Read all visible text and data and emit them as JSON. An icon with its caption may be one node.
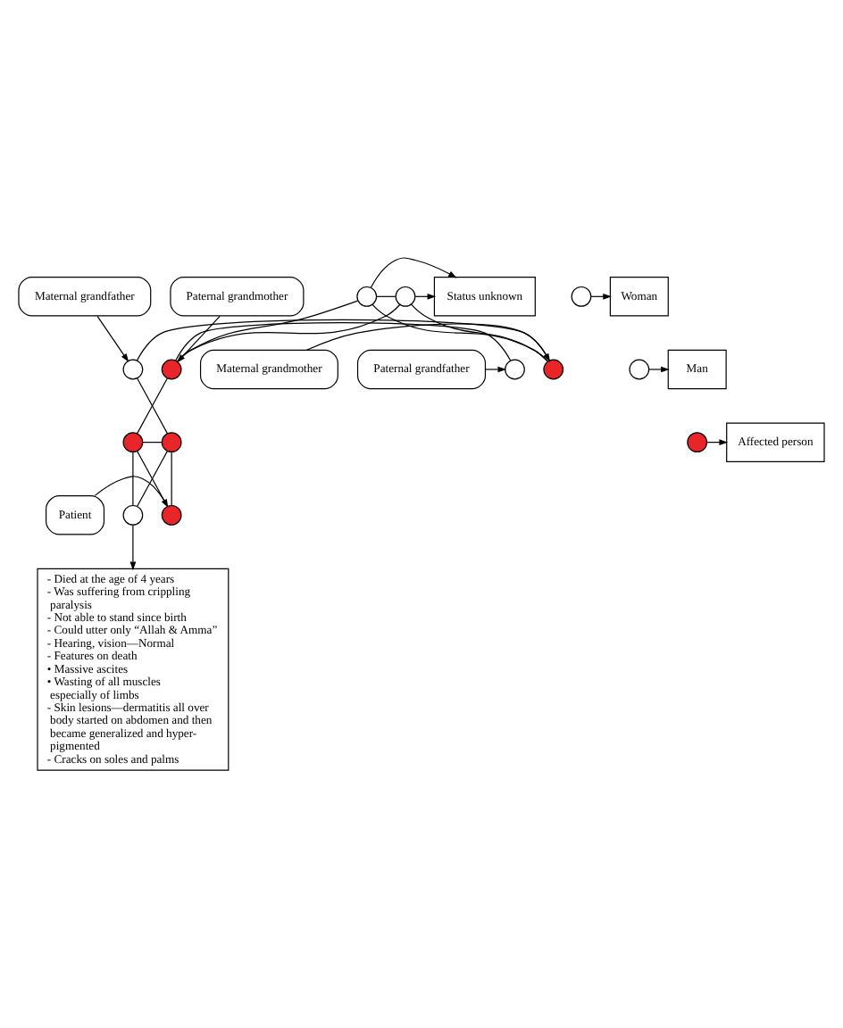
{
  "diagram": {
    "nodes": [
      {
        "text": [
          "Status unknown"
        ]
      },
      {
        "text": [],
        "shape": "circle"
      },
      {
        "text": [],
        "shape": "circle"
      },
      {
        "text": [
          "Paternal grandfather"
        ]
      },
      {
        "text": [],
        "shape": "circle"
      },
      {
        "text": [],
        "shape": "circle"
      },
      {
        "text": [],
        "shape": "circle"
      },
      {
        "text": [],
        "shape": "circle"
      },
      {
        "text": [
          "Maternal grandmother"
        ]
      },
      {
        "text": [
          "Paternal grandmother"
        ]
      },
      {
        "text": [
          "Maternal grandfather"
        ]
      },
      {
        "text": [],
        "shape": "circle"
      },
      {
        "text": [],
        "shape": "circle"
      },
      {
        "text": [
          "Patient"
        ]
      },
      {
        "text": [],
        "shape": "circle"
      },
      {
        "text": [],
        "shape": "circle"
      },
      {
        "text": [
          "- Died at the age of 4 years",
          "- Was suffering from crippling paralysis",
          "- Not able to stand since birth",
          "- Could utter only “Allah & Amma”",
          "- Hearing, vision—Normal",
          "- Features on death",
          "• Massive ascites",
          "• Wasting of all muscles especially of limbs",
          "- Skin lesions—dermatitis all over body started on abdomen and then became generalized and hyper-pigmented",
          "- Cracks on soles and palms"
        ]
      },
      {
        "text": [],
        "shape": "circle"
      },
      {
        "text": [
          "Woman"
        ]
      },
      {
        "text": [],
        "shape": "circle"
      },
      {
        "text": [
          "Man"
        ]
      },
      {
        "text": [],
        "shape": "circle"
      },
      {
        "text": [
          "Affected person"
        ]
      }
    ],
    "edges": [
      {
        "from": 1,
        "to": 2,
        "arrow": "none"
      },
      {
        "from": 1,
        "to": 0,
        "arrow": "to"
      },
      {
        "from": 2,
        "to": 0,
        "arrow": "to"
      },
      {
        "from": 1,
        "to": 5,
        "arrow": "none"
      },
      {
        "from": 1,
        "to": 7,
        "arrow": "none"
      },
      {
        "from": 2,
        "to": 5,
        "arrow": "none"
      },
      {
        "from": 2,
        "to": 7,
        "arrow": "none"
      },
      {
        "from": 3,
        "to": 4,
        "arrow": "to"
      },
      {
        "from": 4,
        "to": 5,
        "arrow": "none"
      },
      {
        "from": 9,
        "to": 5,
        "arrow": "to"
      },
      {
        "from": 6,
        "to": 7,
        "arrow": "none"
      },
      {
        "from": 8,
        "to": 7,
        "arrow": "to"
      },
      {
        "from": 10,
        "to": 6,
        "arrow": "to"
      },
      {
        "from": 5,
        "to": 11,
        "arrow": "none"
      },
      {
        "from": 6,
        "to": 12,
        "arrow": "none"
      },
      {
        "from": 11,
        "to": 12,
        "arrow": "none"
      },
      {
        "from": 11,
        "to": 14,
        "arrow": "none"
      },
      {
        "from": 11,
        "to": 15,
        "arrow": "none"
      },
      {
        "from": 12,
        "to": 14,
        "arrow": "none"
      },
      {
        "from": 12,
        "to": 15,
        "arrow": "none"
      },
      {
        "from": 13,
        "to": 14,
        "arrow": "to"
      },
      {
        "from": 15,
        "to": 16,
        "arrow": "to"
      },
      {
        "from": 17,
        "to": 18,
        "arrow": "to"
      },
      {
        "from": 19,
        "to": 20,
        "arrow": "to"
      },
      {
        "from": 21,
        "to": 22,
        "arrow": "to"
      }
    ]
  }
}
